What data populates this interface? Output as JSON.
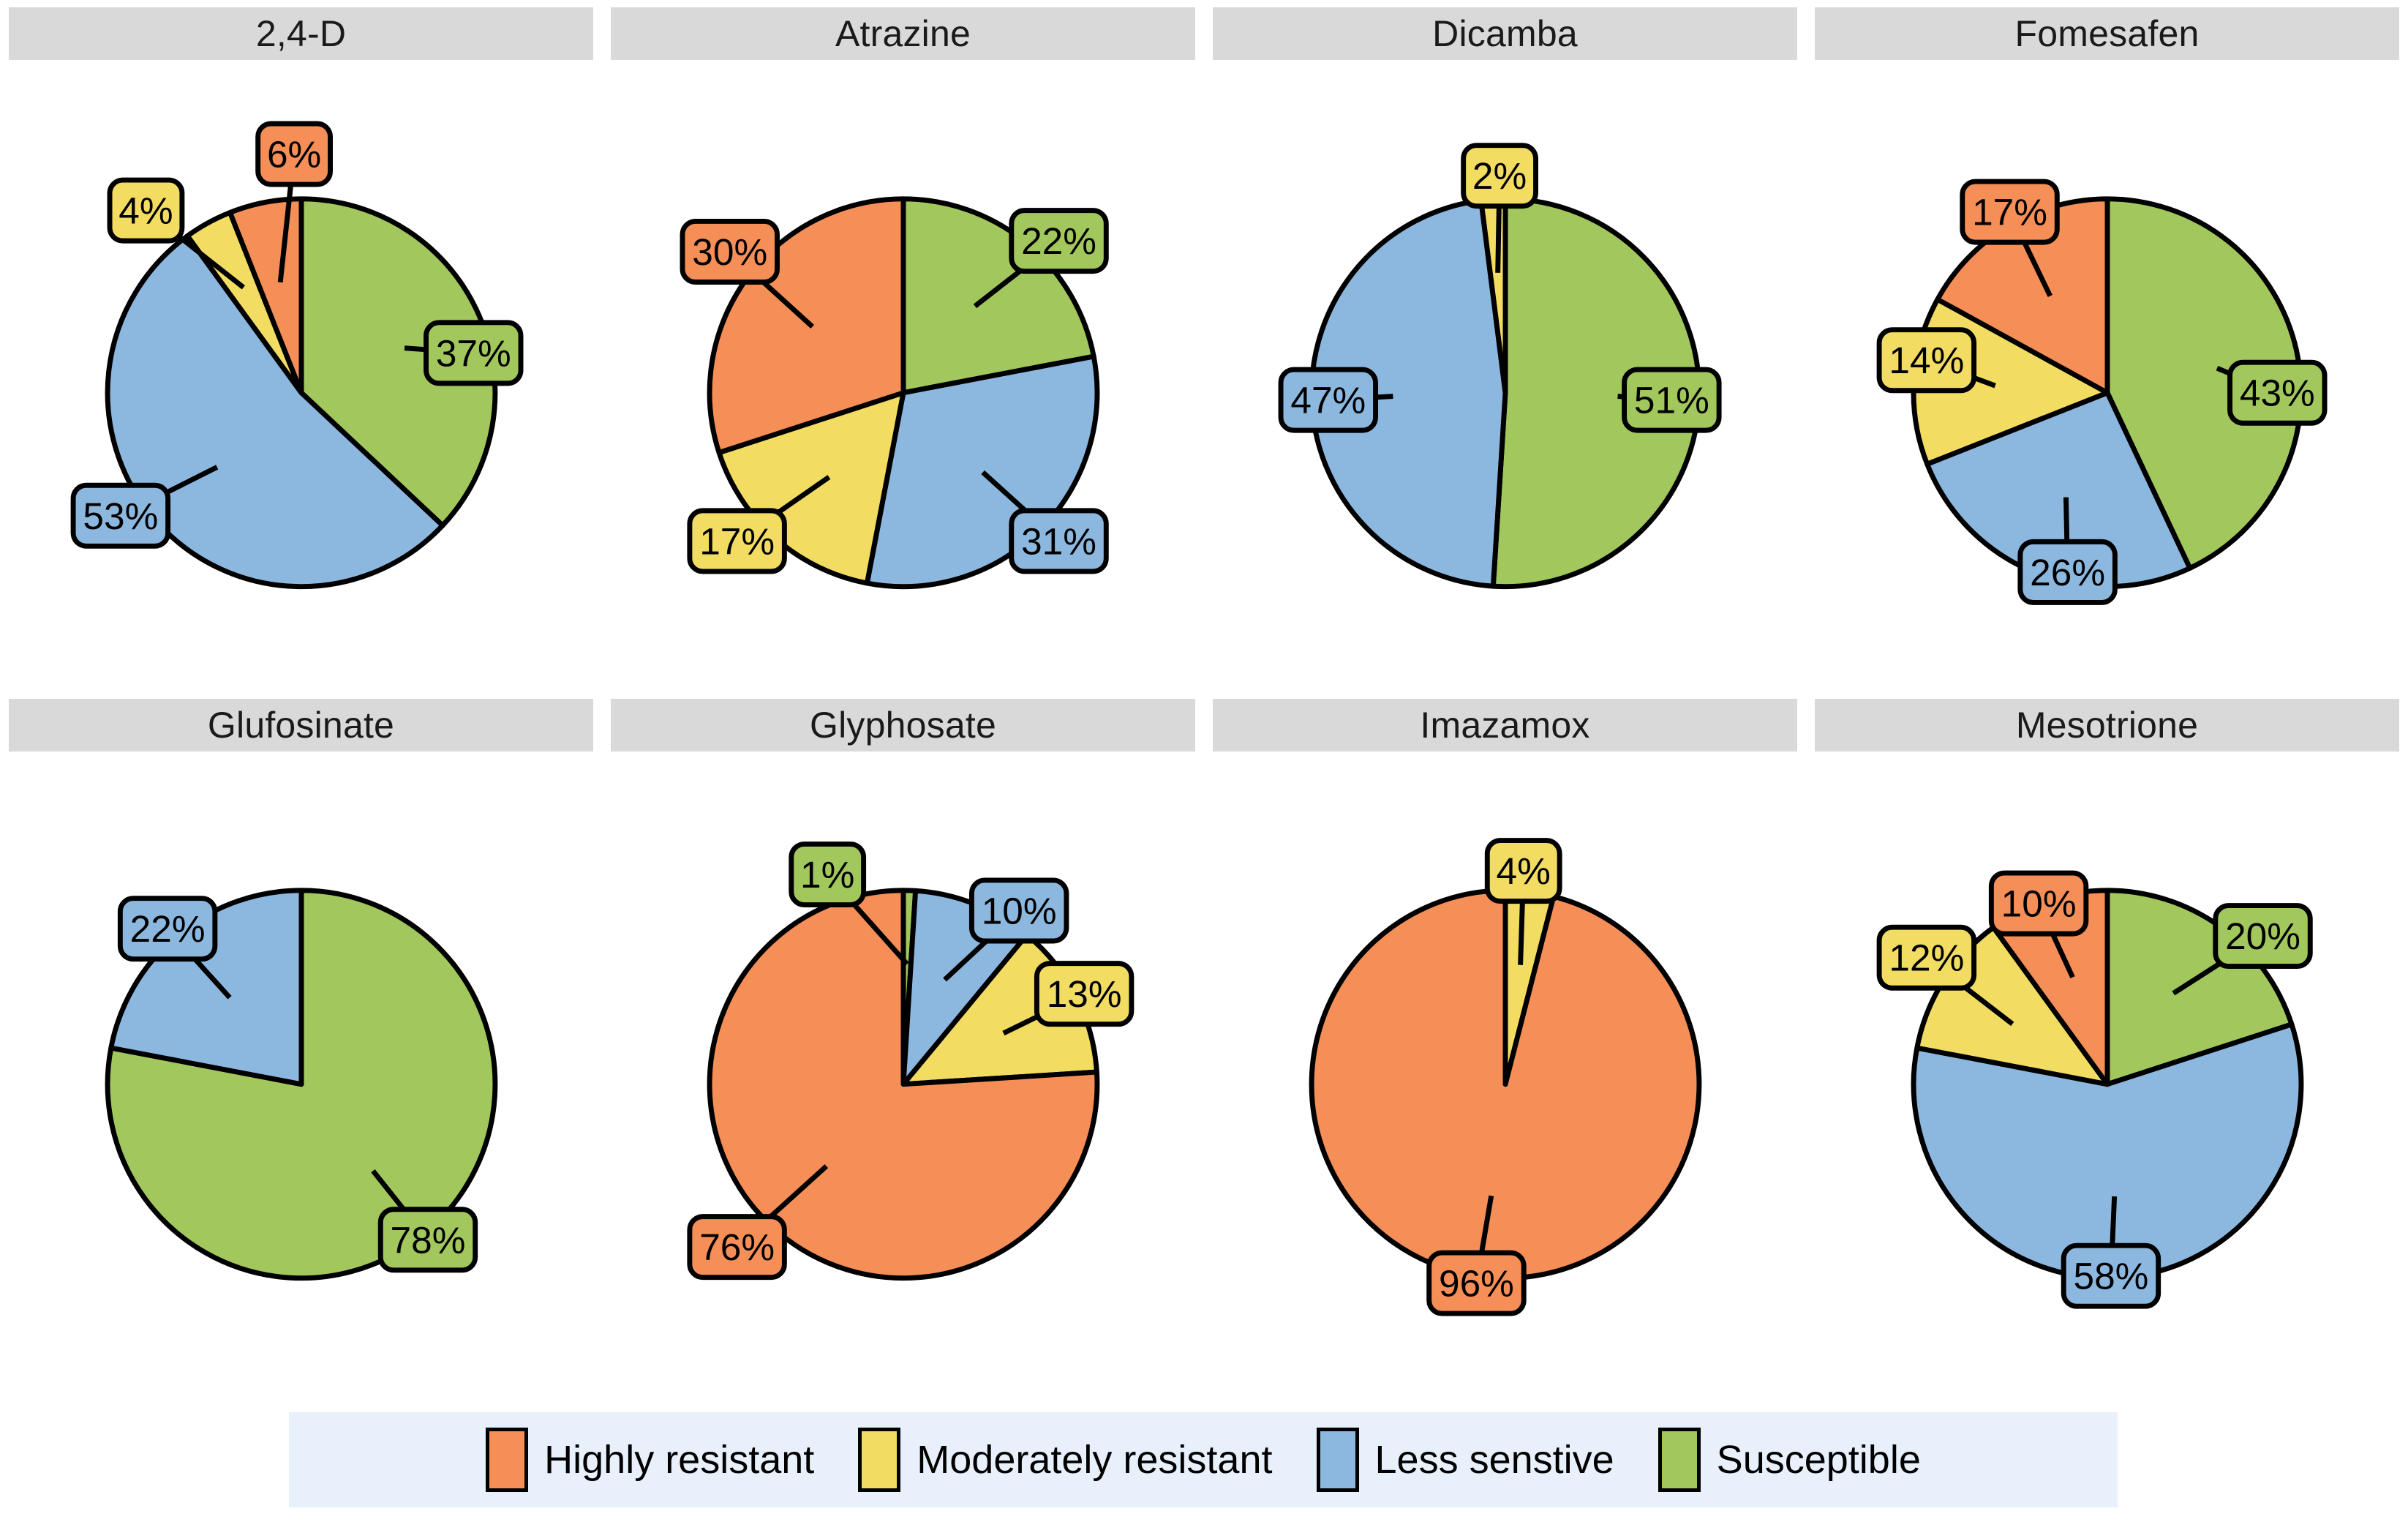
{
  "chart_data": {
    "type": "pie",
    "title": "",
    "facet_layout": {
      "rows": 2,
      "cols": 4
    },
    "categories": [
      "Highly resistant",
      "Moderately resistant",
      "Less senstive",
      "Susceptible"
    ],
    "colors": {
      "highly_resistant": "#F68F57",
      "moderately_resistant": "#F2DC62",
      "less_sensitive": "#8CB8DF",
      "susceptible": "#A2C75C",
      "strip_bg": "#D9D9D9",
      "legend_bg": "#E8F0FC",
      "outline": "#000000",
      "page_bg": "#FFFFFF"
    },
    "slice_order_clockwise_from_top": [
      "Susceptible",
      "Less senstive",
      "Moderately resistant",
      "Highly resistant"
    ],
    "units": "percent",
    "panels": [
      {
        "name": "2,4-D",
        "values": {
          "Susceptible": 37,
          "Less senstive": 53,
          "Moderately resistant": 4,
          "Highly resistant": 6
        },
        "labels": [
          "37%",
          "53%",
          "4%",
          "6%"
        ]
      },
      {
        "name": "Atrazine",
        "values": {
          "Susceptible": 22,
          "Less senstive": 31,
          "Moderately resistant": 17,
          "Highly resistant": 30
        },
        "labels": [
          "22%",
          "31%",
          "17%",
          "30%"
        ]
      },
      {
        "name": "Dicamba",
        "values": {
          "Susceptible": 51,
          "Less senstive": 47,
          "Moderately resistant": 2,
          "Highly resistant": 0
        },
        "labels": [
          "51%",
          "47%",
          "2%"
        ]
      },
      {
        "name": "Fomesafen",
        "values": {
          "Susceptible": 43,
          "Less senstive": 26,
          "Moderately resistant": 14,
          "Highly resistant": 17
        },
        "labels": [
          "43%",
          "26%",
          "14%",
          "17%"
        ]
      },
      {
        "name": "Glufosinate",
        "values": {
          "Susceptible": 78,
          "Less senstive": 22,
          "Moderately resistant": 0,
          "Highly resistant": 0
        },
        "labels": [
          "78%",
          "22%"
        ]
      },
      {
        "name": "Glyphosate",
        "values": {
          "Susceptible": 1,
          "Less senstive": 10,
          "Moderately resistant": 13,
          "Highly resistant": 76
        },
        "labels": [
          "1%",
          "10%",
          "13%",
          "76%"
        ]
      },
      {
        "name": "Imazamox",
        "values": {
          "Susceptible": 0,
          "Less senstive": 0,
          "Moderately resistant": 4,
          "Highly resistant": 96
        },
        "labels": [
          "4%",
          "96%"
        ]
      },
      {
        "name": "Mesotrione",
        "values": {
          "Susceptible": 20,
          "Less senstive": 58,
          "Moderately resistant": 12,
          "Highly resistant": 10
        },
        "labels": [
          "20%",
          "58%",
          "12%",
          "10%"
        ]
      }
    ]
  },
  "facets": [
    {
      "title": "2,4-D"
    },
    {
      "title": "Atrazine"
    },
    {
      "title": "Dicamba"
    },
    {
      "title": "Fomesafen"
    },
    {
      "title": "Glufosinate"
    },
    {
      "title": "Glyphosate"
    },
    {
      "title": "Imazamox"
    },
    {
      "title": "Mesotrione"
    }
  ],
  "legend": {
    "items": [
      {
        "label": "Highly resistant",
        "color": "#F68F57"
      },
      {
        "label": "Moderately resistant",
        "color": "#F2DC62"
      },
      {
        "label": "Less senstive",
        "color": "#8CB8DF"
      },
      {
        "label": "Susceptible",
        "color": "#A2C75C"
      }
    ]
  },
  "label_placement": {
    "2,4-D": {
      "Susceptible": {
        "side": "right",
        "ox": 238,
        "oy": -55
      },
      "Less senstive": {
        "side": "left",
        "ox": -250,
        "oy": 170
      },
      "Moderately resistant": {
        "side": "left",
        "ox": -215,
        "oy": -252
      },
      "Highly resistant": {
        "side": "top",
        "ox": -10,
        "oy": -330
      }
    },
    "Atrazine": {
      "Susceptible": {
        "side": "right",
        "ox": 215,
        "oy": -210
      },
      "Less senstive": {
        "side": "right",
        "ox": 215,
        "oy": 205
      },
      "Moderately resistant": {
        "side": "left",
        "ox": -230,
        "oy": 205
      },
      "Highly resistant": {
        "side": "left",
        "ox": -240,
        "oy": -195
      }
    },
    "Dicamba": {
      "Susceptible": {
        "side": "right",
        "ox": 230,
        "oy": 10
      },
      "Less senstive": {
        "side": "left",
        "ox": -245,
        "oy": 10
      },
      "Moderately resistant": {
        "side": "top",
        "ox": -8,
        "oy": -300
      }
    },
    "Fomesafen": {
      "Susceptible": {
        "side": "right",
        "ox": 235,
        "oy": 0
      },
      "Less senstive": {
        "side": "bottom",
        "ox": -55,
        "oy": 248
      },
      "Moderately resistant": {
        "side": "left",
        "ox": -250,
        "oy": -45
      },
      "Highly resistant": {
        "side": "top",
        "ox": -135,
        "oy": -250
      }
    },
    "Glufosinate": {
      "Susceptible": {
        "side": "right",
        "ox": 175,
        "oy": 215
      },
      "Less senstive": {
        "side": "left",
        "ox": -185,
        "oy": -215
      }
    },
    "Glyphosate": {
      "Susceptible": {
        "side": "top",
        "ox": -105,
        "oy": -290
      },
      "Less senstive": {
        "side": "top",
        "ox": 160,
        "oy": -240
      },
      "Moderately resistant": {
        "side": "right",
        "ox": 250,
        "oy": -125
      },
      "Highly resistant": {
        "side": "left",
        "ox": -230,
        "oy": 225
      }
    },
    "Imazamox": {
      "Moderately resistant": {
        "side": "top",
        "ox": 25,
        "oy": -295
      },
      "Highly resistant": {
        "side": "bottom",
        "ox": -40,
        "oy": 275
      }
    },
    "Mesotrione": {
      "Susceptible": {
        "side": "right",
        "ox": 215,
        "oy": -205
      },
      "Less senstive": {
        "side": "bottom",
        "ox": 5,
        "oy": 265
      },
      "Moderately resistant": {
        "side": "left",
        "ox": -250,
        "oy": -175
      },
      "Highly resistant": {
        "side": "top",
        "ox": -95,
        "oy": -250
      }
    }
  }
}
